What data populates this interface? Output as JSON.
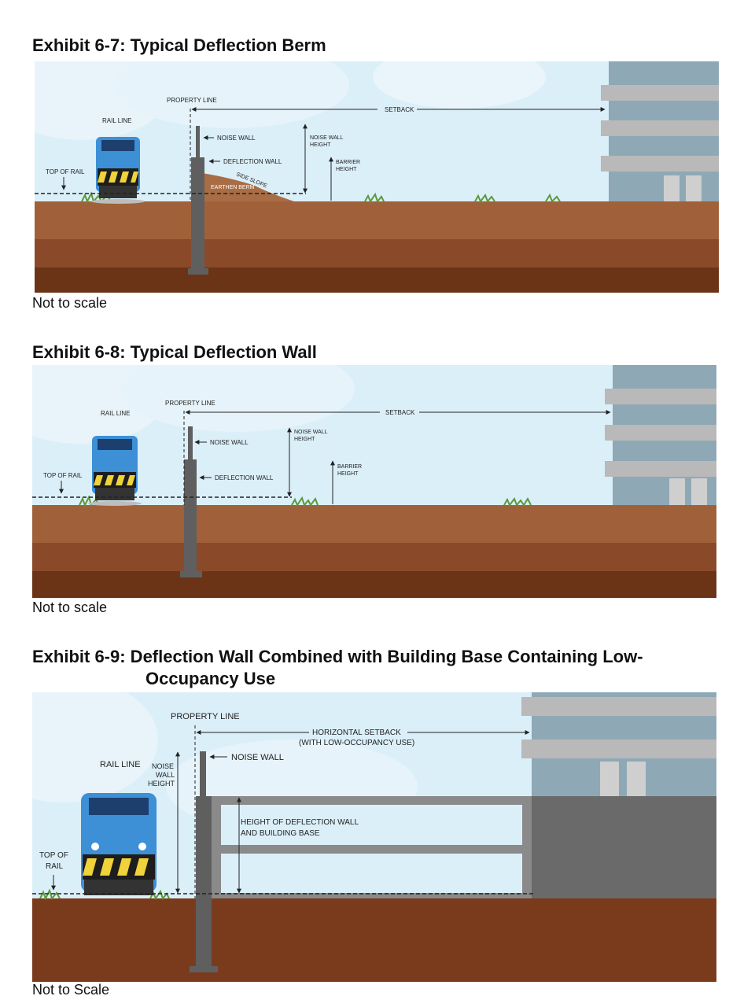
{
  "colors": {
    "sky": "#dbeff9",
    "cloud": "#e9f5fb",
    "soil_top": "#a0613a",
    "soil_mid": "#8a4a2a",
    "soil_deep": "#6b3416",
    "wall": "#5f5f5f",
    "building_glass": "#8fa8b6",
    "building_slab": "#b9b9b9",
    "train_blue": "#3d8fd6",
    "grass": "#5a9a3a"
  },
  "exhibits": [
    {
      "title": "Exhibit 6-7: Typical Deflection Berm",
      "caption": "Not to scale",
      "labels": {
        "property_line": "PROPERTY LINE",
        "setback": "SETBACK",
        "rail_line": "RAIL LINE",
        "noise_wall": "NOISE WALL",
        "noise_wall_height_1": "NOISE WALL",
        "noise_wall_height_2": "HEIGHT",
        "deflection_wall": "DEFLECTION WALL",
        "barrier_height_1": "BARRIER",
        "barrier_height_2": "HEIGHT",
        "side_slope": "SIDE SLOPE",
        "earthen_berm": "EARTHEN BERM",
        "top_of_rail": "TOP OF RAIL"
      }
    },
    {
      "title": "Exhibit 6-8: Typical Deflection Wall",
      "caption": "Not to scale",
      "labels": {
        "property_line": "PROPERTY LINE",
        "setback": "SETBACK",
        "rail_line": "RAIL LINE",
        "noise_wall": "NOISE WALL",
        "noise_wall_height_1": "NOISE WALL",
        "noise_wall_height_2": "HEIGHT",
        "deflection_wall": "DEFLECTION WALL",
        "barrier_height_1": "BARRIER",
        "barrier_height_2": "HEIGHT",
        "top_of_rail": "TOP OF RAIL"
      }
    },
    {
      "title_line1": "Exhibit 6-9: Deflection Wall Combined with Building Base Containing Low-",
      "title_line2": "Occupancy Use",
      "caption": "Not to Scale",
      "labels": {
        "property_line": "PROPERTY LINE",
        "horizontal_setback_1": "HORIZONTAL SETBACK",
        "horizontal_setback_2": "(WITH LOW-OCCUPANCY USE)",
        "rail_line": "RAIL LINE",
        "noise_wall": "NOISE WALL",
        "noise_wall_height_1": "NOISE",
        "noise_wall_height_2": "WALL",
        "noise_wall_height_3": "HEIGHT",
        "height_deflection_1": "HEIGHT OF DEFLECTION WALL",
        "height_deflection_2": "AND BUILDING BASE",
        "top_of_rail_1": "TOP OF",
        "top_of_rail_2": "RAIL"
      }
    }
  ]
}
